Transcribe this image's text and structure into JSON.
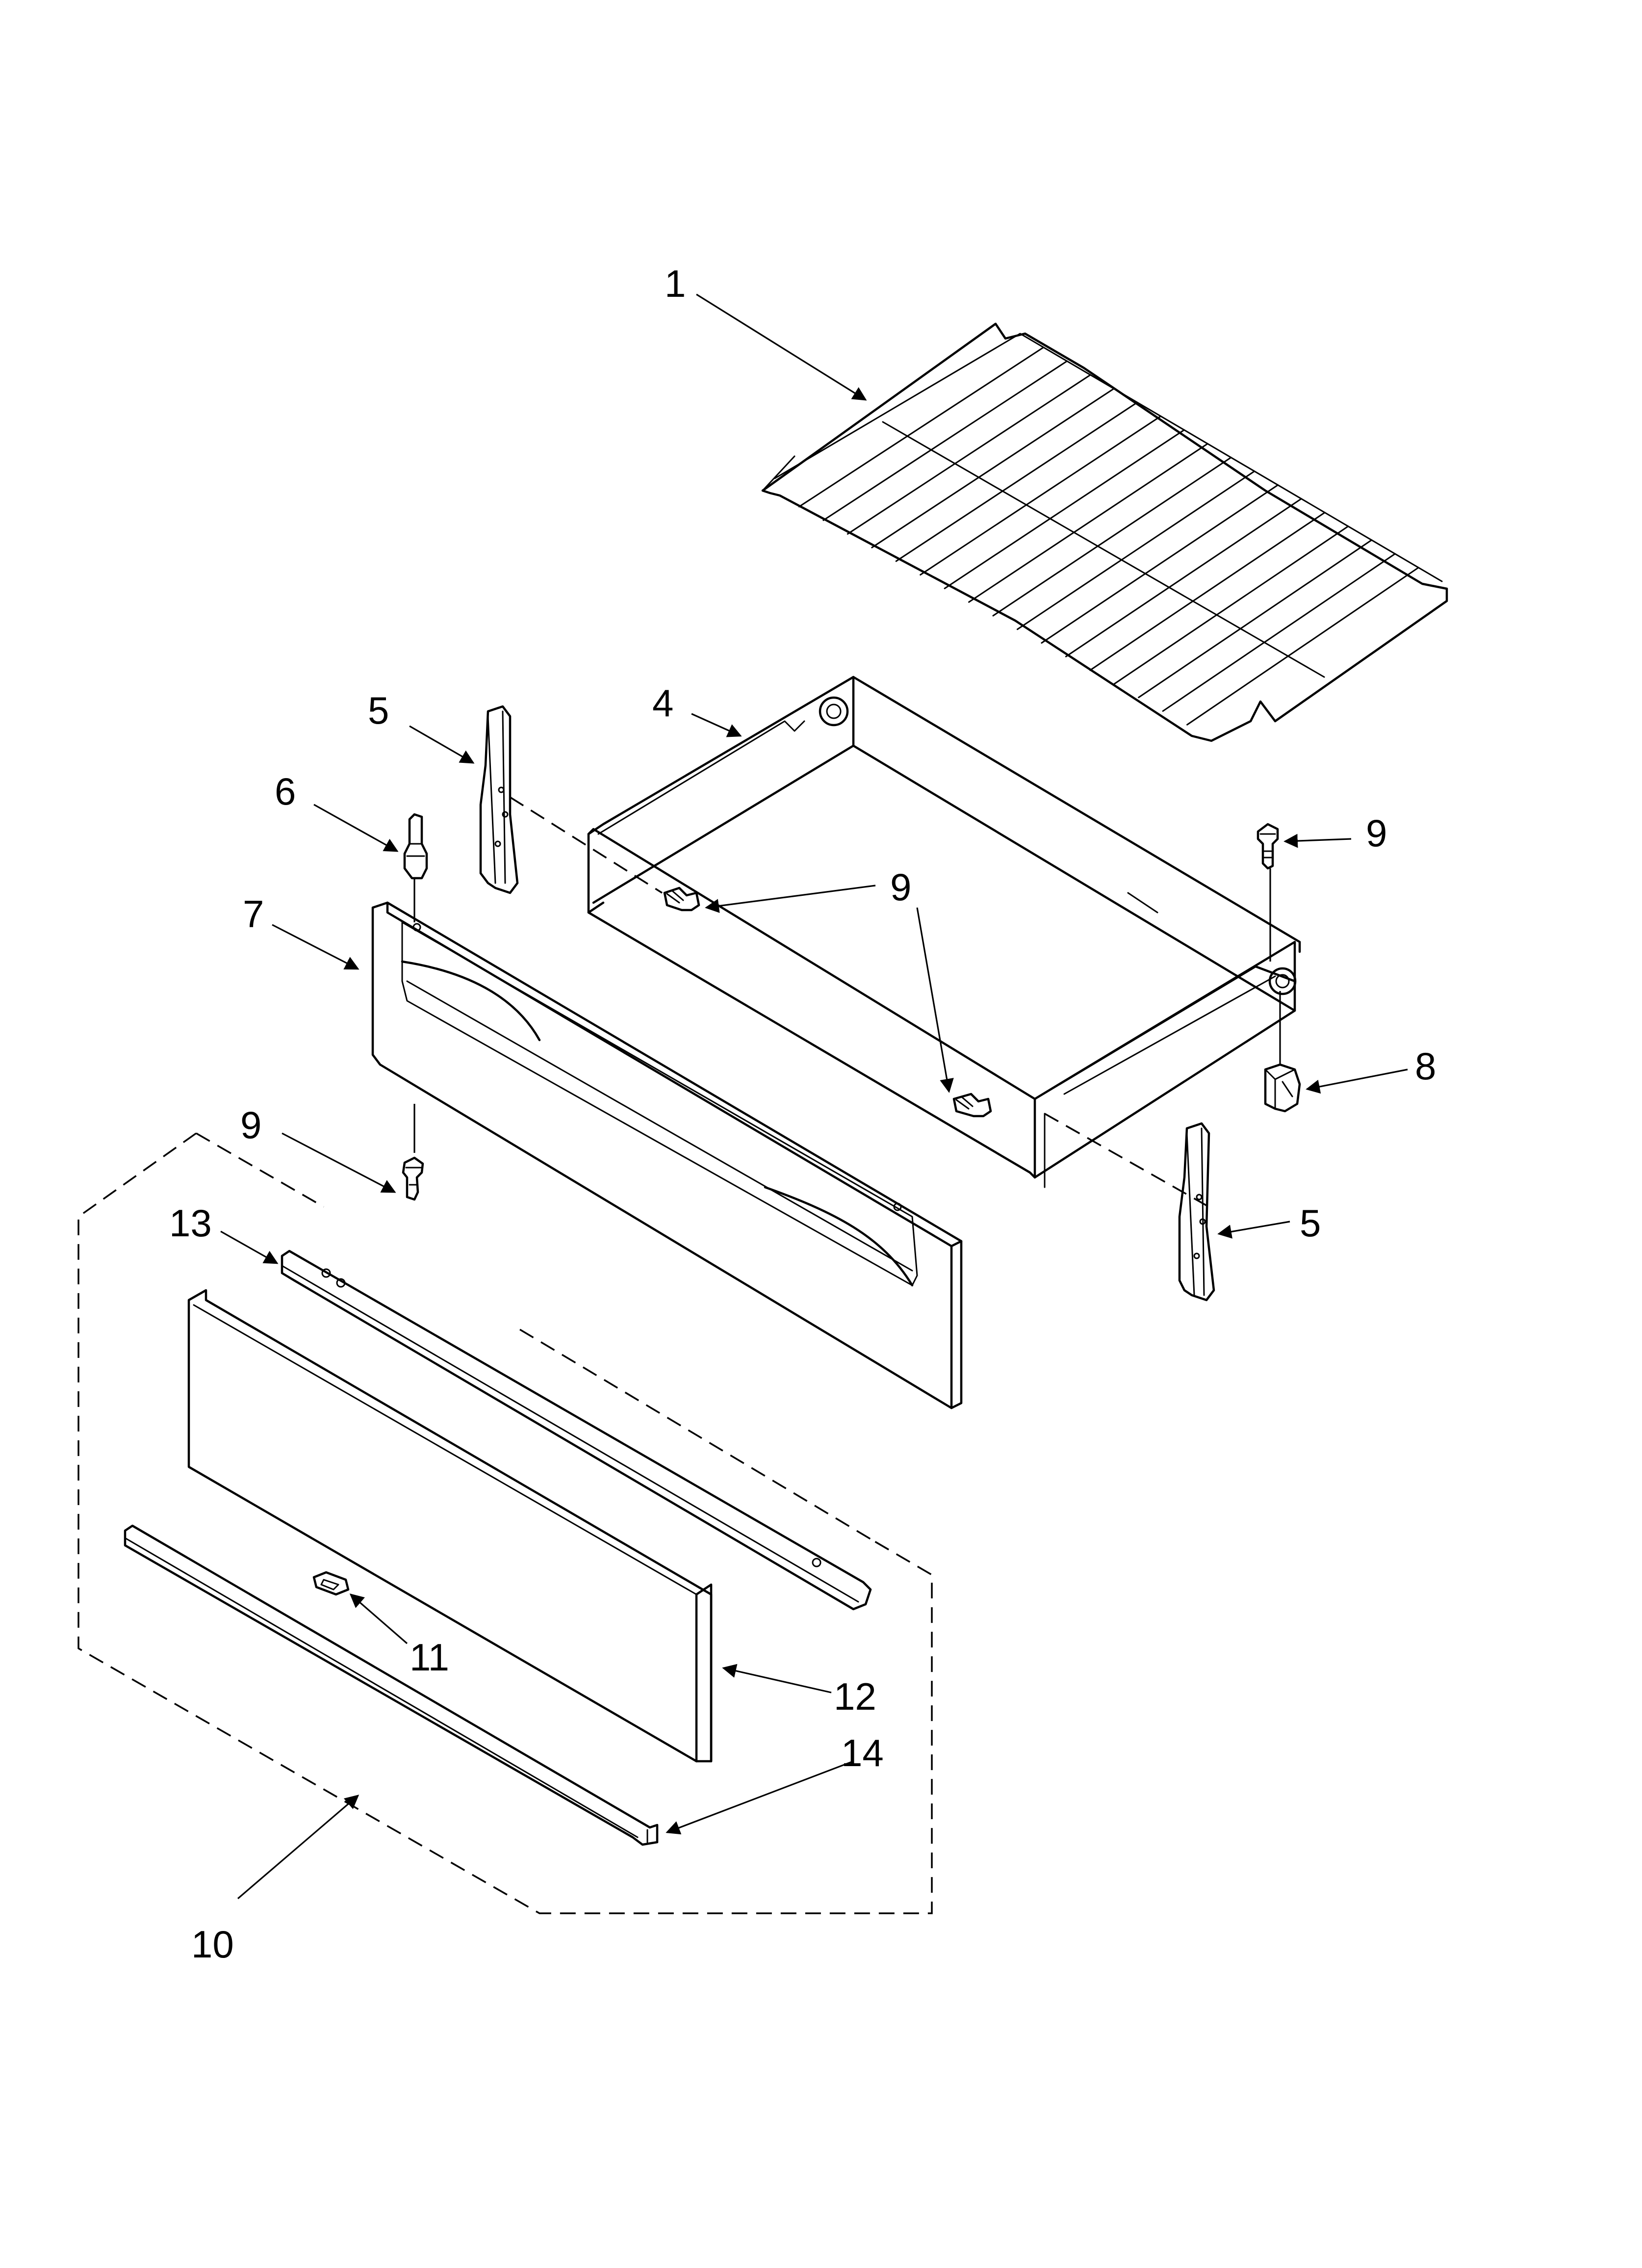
{
  "callouts": {
    "c1": "1",
    "c4": "4",
    "c5a": "5",
    "c5b": "5",
    "c6": "6",
    "c7": "7",
    "c8": "8",
    "c9a": "9",
    "c9b": "9",
    "c9c": "9",
    "c10": "10",
    "c11": "11",
    "c12": "12",
    "c13": "13",
    "c14": "14"
  }
}
